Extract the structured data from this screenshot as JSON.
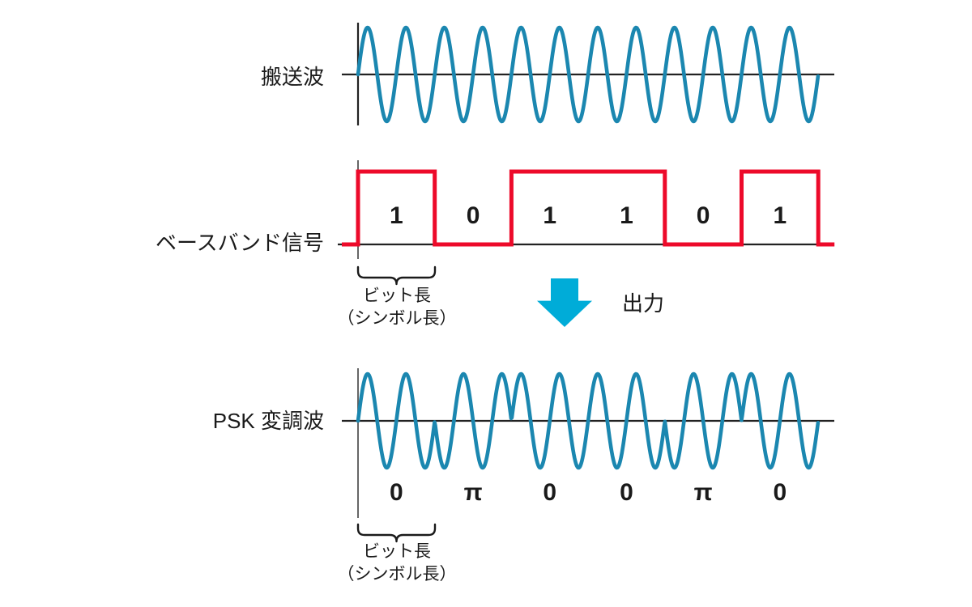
{
  "diagram": {
    "title": "PSK modulation diagram",
    "rows": [
      {
        "key": "carrier",
        "label": "搬送波"
      },
      {
        "key": "baseband",
        "label": "ベースバンド信号"
      },
      {
        "key": "psk",
        "label": "PSK 変調波"
      }
    ],
    "bit_length_caption": {
      "line1": "ビット長",
      "line2": "（シンボル長）"
    },
    "output_label": "出力",
    "colors": {
      "wave": "#1b87b0",
      "square": "#ed0a2a",
      "arrow": "#00acd8",
      "axis": "#222222",
      "text": "#1a1a1a",
      "background": "#ffffff"
    }
  },
  "chart_data": {
    "type": "line",
    "title": "PSK (BPSK) modulation: carrier, baseband signal and modulated wave",
    "xlabel": "",
    "ylabel": "",
    "grid": false,
    "legend_position": "none",
    "bits": [
      1,
      0,
      1,
      1,
      0,
      1
    ],
    "bit_labels": [
      "1",
      "0",
      "1",
      "1",
      "0",
      "1"
    ],
    "phase_labels": [
      "0",
      "π",
      "0",
      "0",
      "π",
      "0"
    ],
    "phase_values_rad": [
      0,
      3.14159,
      0,
      0,
      3.14159,
      0
    ],
    "cycles_per_bit": 2,
    "bit_count": 6,
    "geometry": {
      "x_start": 442,
      "bit_width": 94.7,
      "carrier_axis_y": 92,
      "carrier_amplitude": 58,
      "baseband_axis_y": 302,
      "baseband_high_offset": 90,
      "psk_axis_y": 520,
      "psk_amplitude": 58,
      "axis_x": 442,
      "axis_line_end": 1030,
      "carrier_vline_top": 28,
      "carrier_vline_bottom": 155,
      "baseband_vline_top": 198,
      "baseband_vline_bottom": 320,
      "psk_vline_top": 455,
      "psk_vline_bottom": 640,
      "baseband_lead_in": 20,
      "baseband_tail": 20
    },
    "series": [
      {
        "name": "搬送波",
        "type": "sine",
        "amplitude": 1,
        "phase": 0,
        "cycles_per_bit": 2,
        "color": "#1b87b0"
      },
      {
        "name": "ベースバンド信号",
        "type": "square",
        "levels": [
          1,
          0,
          1,
          1,
          0,
          1
        ],
        "color": "#ed0a2a"
      },
      {
        "name": "PSK 変調波",
        "type": "bpsk",
        "amplitude": 1,
        "cycles_per_bit": 2,
        "phase_per_bit_rad": [
          0,
          3.14159,
          0,
          0,
          3.14159,
          0
        ],
        "color": "#1b87b0"
      }
    ],
    "brackets": [
      {
        "name": "bit-length-baseband",
        "x_start": 442,
        "x_end": 537,
        "y": 330
      },
      {
        "name": "bit-length-psk",
        "x_start": 442,
        "x_end": 537,
        "y": 648
      }
    ],
    "arrow": {
      "name": "output-arrow",
      "direction": "down",
      "x_center": 697,
      "y_top": 344,
      "y_bottom": 404,
      "shaft_half_width": 17,
      "head_half_width": 34,
      "color": "#00acd8"
    }
  }
}
